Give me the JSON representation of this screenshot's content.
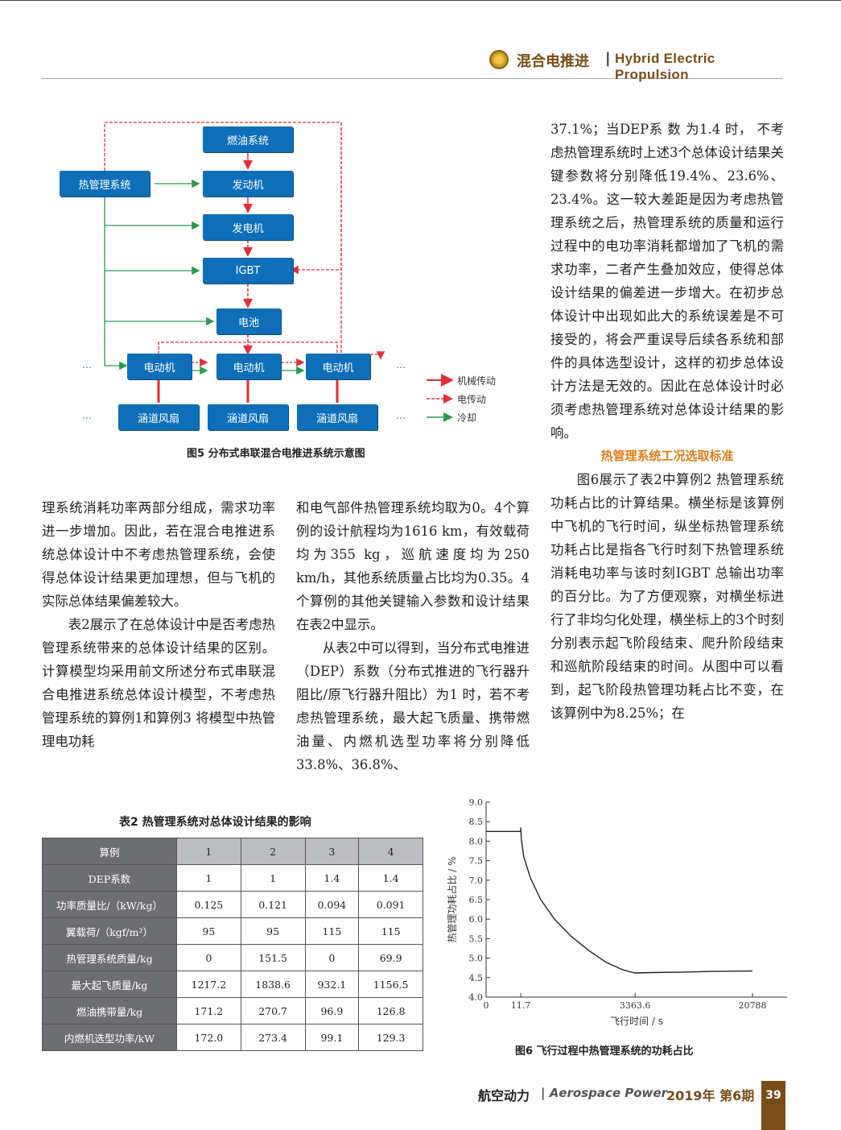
{
  "header": {
    "title_cn": "混合电推进",
    "separator": "|",
    "title_en": "Hybrid Electric Propulsion"
  },
  "figure5": {
    "nodes": {
      "fuel": "燃油系统",
      "engine": "发动机",
      "generator": "发电机",
      "igbt": "IGBT",
      "battery": "电池",
      "thermal": "热管理系统",
      "motor": "电动机",
      "fan": "涵道风扇"
    },
    "ellipsis": "…",
    "legend": {
      "mechanical": "机械传动",
      "electric": "电传动",
      "cooling": "冷却"
    },
    "caption": "图5  分布式串联混合电推进系统示意图"
  },
  "col1": {
    "p1": "理系统消耗功率两部分组成，需求功率进一步增加。因此，若在混合电推进系统总体设计中不考虑热管理系统，会使得总体设计结果更加理想，但与飞机的实际总体结果偏差较大。",
    "p2": "表2展示了在总体设计中是否考虑热管理系统带来的总体设计结果的区别。计算模型均采用前文所述分布式串联混合电推进系统总体设计模型，不考虑热管理系统的算例1和算例3 将模型中热管理电功耗"
  },
  "col2": {
    "p1": "和电气部件热管理系统均取为0。4个算例的设计航程均为1616 km，有效载荷均为355 kg，巡航速度均为250 km/h，其他系统质量占比均为0.35。4 个算例的其他关键输入参数和设计结果在表2中显示。",
    "p2": "从表2中可以得到，当分布式电推进（DEP）系数（分布式推进的飞行器升阻比/原飞行器升阻比）为1 时，若不考虑热管理系统，最大起飞质量、携带燃油量、内燃机选型功率将分别降低33.8%、36.8%、"
  },
  "col3": {
    "p1": "37.1%；当DEP系 数 为1.4 时， 不考虑热管理系统时上述3个总体设计结果关键参数将分别降低19.4%、23.6%、23.4%。这一较大差距是因为考虑热管理系统之后，热管理系统的质量和运行过程中的电功率消耗都增加了飞机的需求功率，二者产生叠加效应，使得总体设计结果的偏差进一步增大。在初步总体设计中出现如此大的系统误差是不可接受的，将会严重误导后续各系统和部件的具体选型设计，这样的初步总体设计方法是无效的。因此在总体设计时必须考虑热管理系统对总体设计结果的影响。",
    "subheading": "热管理系统工况选取标准",
    "p2": "图6展示了表2中算例2 热管理系统功耗占比的计算结果。横坐标是该算例中飞机的飞行时间，纵坐标热管理系统功耗占比是指各飞行时刻下热管理系统消耗电功率与该时刻IGBT 总输出功率的百分比。为了方便观察，对横坐标进行了非均匀化处理，横坐标上的3个时刻分别表示起飞阶段结束、爬升阶段结束和巡航阶段结束的时间。从图中可以看到，起飞阶段热管理功耗占比不变，在该算例中为8.25%；在"
  },
  "table2": {
    "caption": "表2  热管理系统对总体设计结果的影响",
    "header": [
      "算例",
      "1",
      "2",
      "3",
      "4"
    ],
    "rows": [
      [
        "DEP系数",
        "1",
        "1",
        "1.4",
        "1.4"
      ],
      [
        "功率质量比/（kW/kg）",
        "0.125",
        "0.121",
        "0.094",
        "0.091"
      ],
      [
        "翼载荷/（kgf/m²）",
        "95",
        "95",
        "115",
        "115"
      ],
      [
        "热管理系统质量/kg",
        "0",
        "151.5",
        "0",
        "69.9"
      ],
      [
        "最大起飞质量/kg",
        "1217.2",
        "1838.6",
        "932.1",
        "1156.5"
      ],
      [
        "燃油携带量/kg",
        "171.2",
        "270.7",
        "96.9",
        "126.8"
      ],
      [
        "内燃机选型功率/kW",
        "172.0",
        "273.4",
        "99.1",
        "129.3"
      ]
    ]
  },
  "chart_data": {
    "type": "line",
    "title": "",
    "xlabel": "飞行时间 / s",
    "ylabel": "热管理功耗占比 / %",
    "x_ticks": [
      "0",
      "11.7",
      "3363.6",
      "20788"
    ],
    "y_ticks": [
      "4.0",
      "4.5",
      "5.0",
      "5.5",
      "6.0",
      "6.5",
      "7.0",
      "7.5",
      "8.0",
      "8.5",
      "9.0"
    ],
    "ylim": [
      4.0,
      9.0
    ],
    "x_scale": "non-uniform",
    "grid": false,
    "series": [
      {
        "x": [
          0,
          11.7,
          11.7,
          30,
          100,
          300,
          600,
          1000,
          1500,
          2000,
          2500,
          3000,
          3363.6,
          6000,
          10000,
          15000,
          20788
        ],
        "y": [
          8.25,
          8.25,
          8.35,
          8.05,
          7.6,
          7.05,
          6.5,
          6.0,
          5.55,
          5.2,
          4.9,
          4.7,
          4.62,
          4.63,
          4.64,
          4.66,
          4.67
        ]
      }
    ],
    "caption": "图6  飞行过程中热管理系统的功耗占比"
  },
  "footer": {
    "journal_cn": "航空动力",
    "journal_en": "| Aerospace Power",
    "issue": "2019年 第6期",
    "page": "39"
  }
}
